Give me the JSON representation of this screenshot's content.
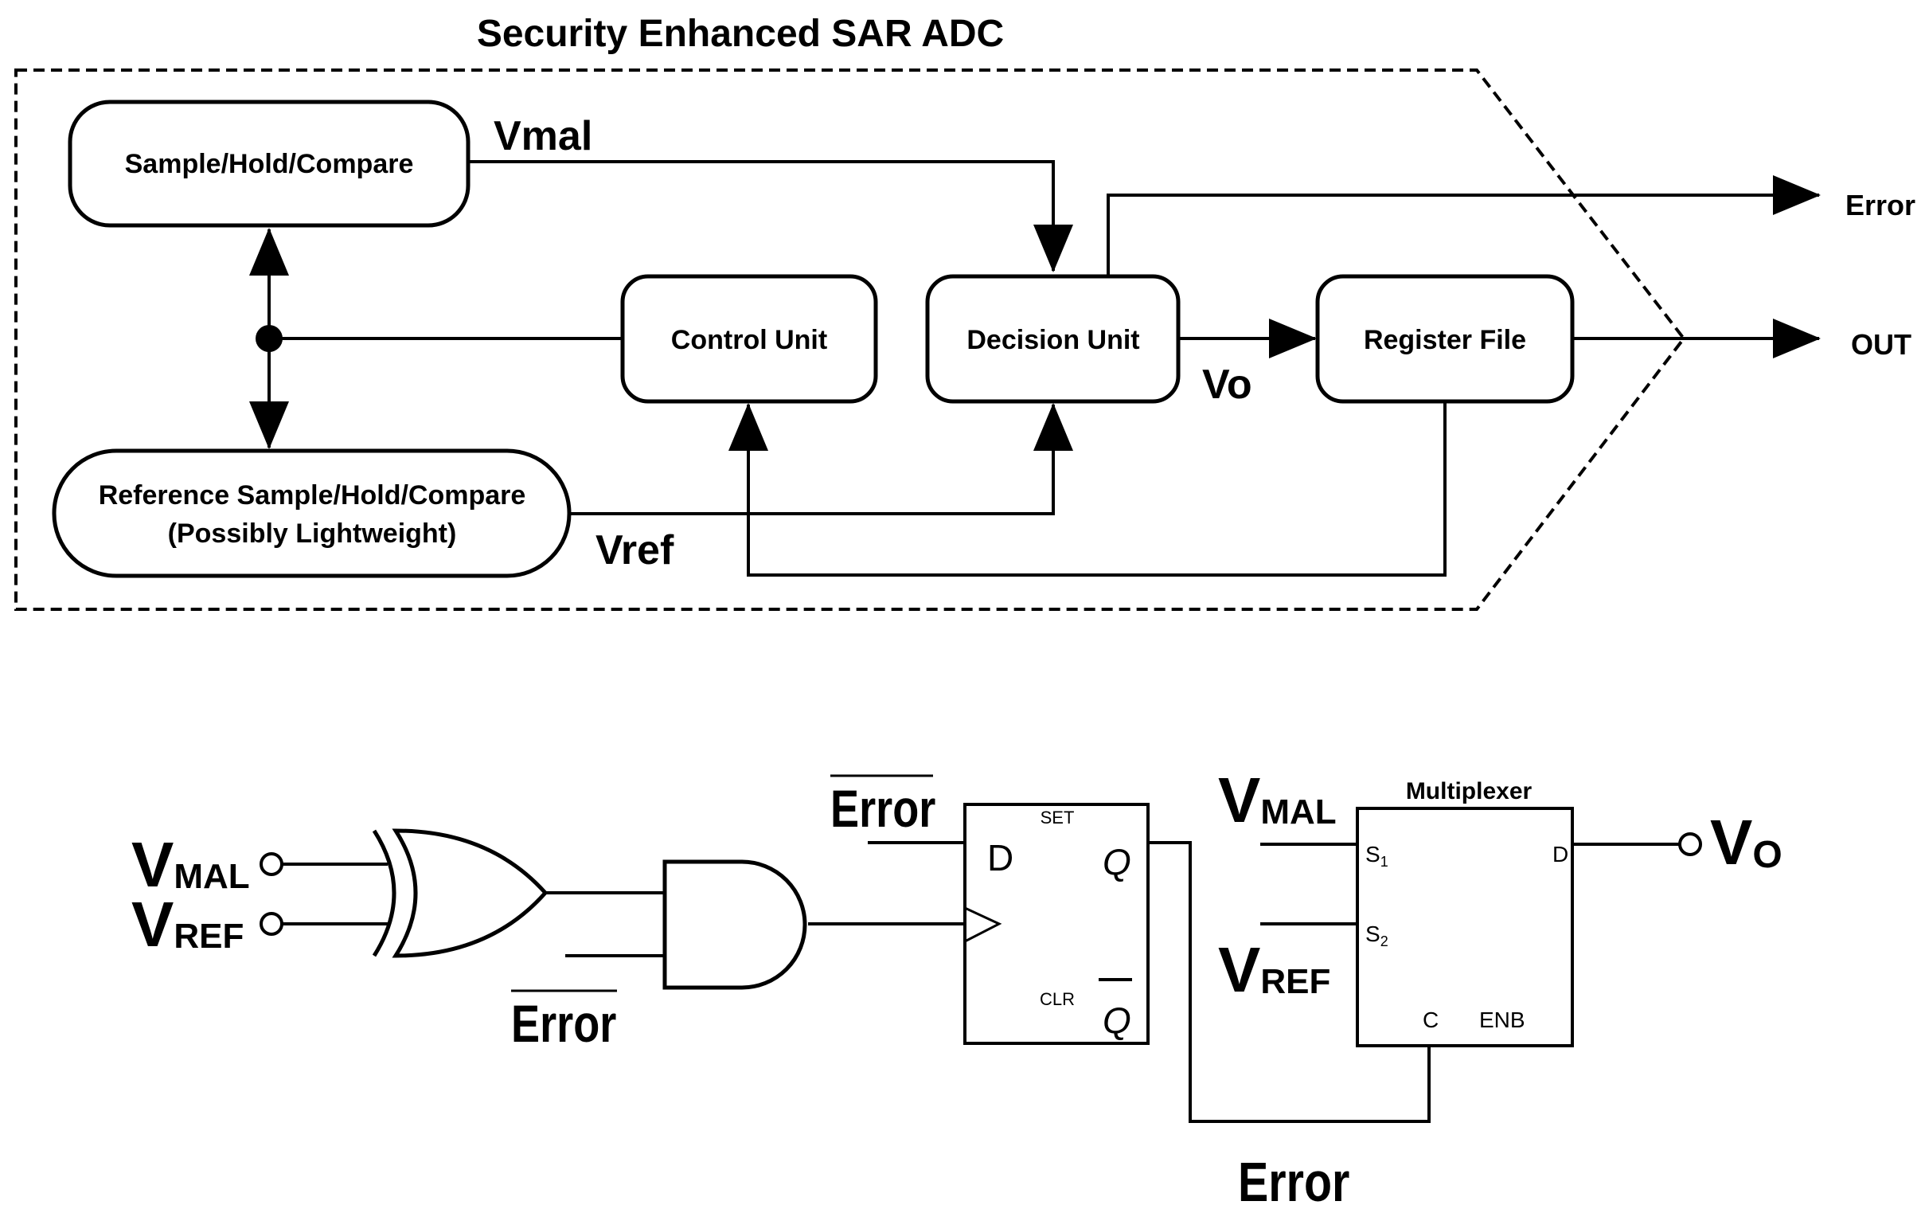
{
  "title": "Security Enhanced SAR ADC",
  "blocks": {
    "sample_hold": "Sample/Hold/Compare",
    "control_unit": "Control Unit",
    "decision_unit": "Decision Unit",
    "register_file": "Register File",
    "reference_line1": "Reference Sample/Hold/Compare",
    "reference_line2": "(Possibly Lightweight)"
  },
  "signals": {
    "vmal": "Vmal",
    "vo": "Vo",
    "vref": "Vref",
    "error": "Error",
    "out": "OUT"
  },
  "circuit": {
    "vmal_main": "V",
    "vmal_sub": "MAL",
    "vref_main": "V",
    "vref_sub": "REF",
    "error_bar_and": "Error",
    "error_bar_ff": "Error",
    "error_bottom": "Error",
    "ff_d": "D",
    "ff_q": "Q",
    "ff_qbar": "Q",
    "ff_set": "SET",
    "ff_clr": "CLR",
    "mux_title": "Multiplexer",
    "mux_s1": "S",
    "mux_s1_sub": "1",
    "mux_s2": "S",
    "mux_s2_sub": "2",
    "mux_d": "D",
    "mux_c": "C",
    "mux_enb": "ENB",
    "mux_vmal_main": "V",
    "mux_vmal_sub": "MAL",
    "mux_vref_main": "V",
    "mux_vref_sub": "REF",
    "vo_main": "V",
    "vo_sub": "O"
  }
}
